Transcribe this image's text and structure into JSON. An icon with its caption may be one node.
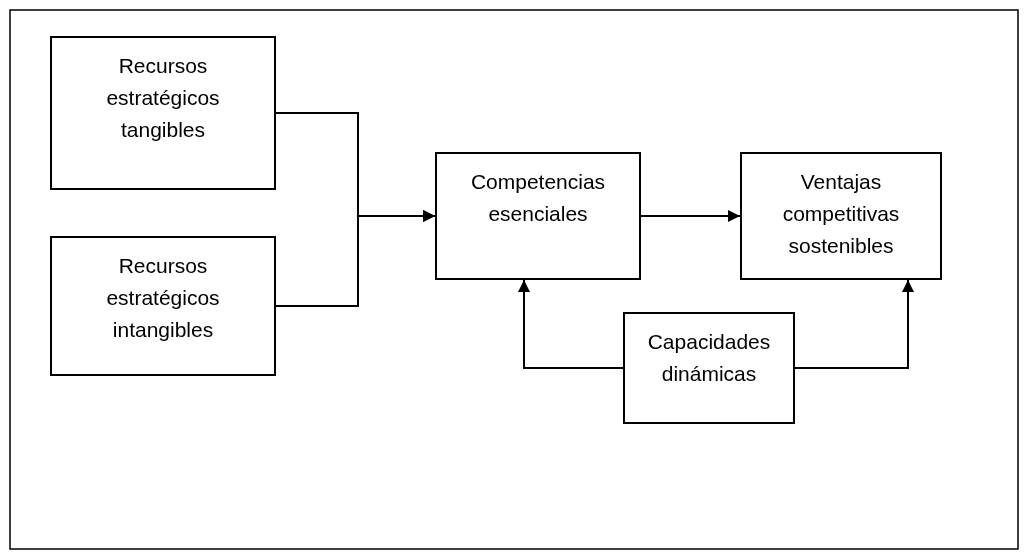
{
  "diagram": {
    "nodes": [
      {
        "text": [
          "Recursos estratégicos tangibles"
        ]
      },
      {
        "text": [
          "Recursos estratégicos intangibles"
        ]
      },
      {
        "text": [
          "Competencias esenciales"
        ]
      },
      {
        "text": [
          "Ventajas competitivas sostenibles"
        ]
      },
      {
        "text": [
          "Capacidades dinámicas"
        ]
      }
    ],
    "edges": [
      {
        "from": 0,
        "to": 2,
        "arrow": "to"
      },
      {
        "from": 1,
        "to": 2,
        "arrow": "to"
      },
      {
        "from": 2,
        "to": 3,
        "arrow": "to"
      },
      {
        "from": 4,
        "to": 2,
        "arrow": "to"
      },
      {
        "from": 4,
        "to": 3,
        "arrow": "to"
      }
    ]
  }
}
